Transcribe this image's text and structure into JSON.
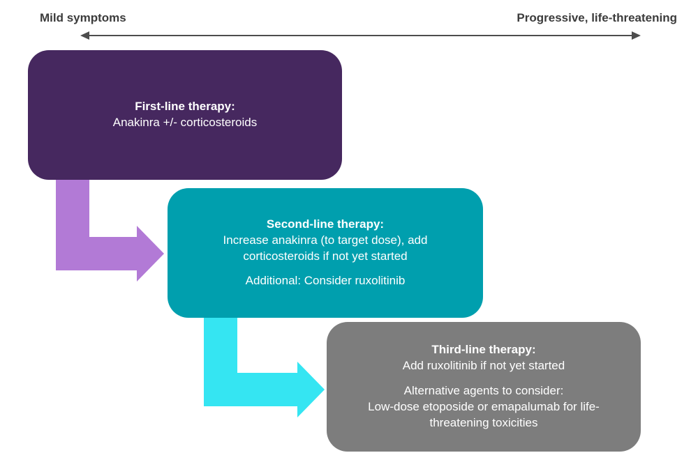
{
  "header": {
    "left_label": "Mild symptoms",
    "right_label": "Progressive, life-threatening"
  },
  "boxes": [
    {
      "title": "First-line therapy:",
      "paragraphs": [
        "Anakinra +/- corticosteroids"
      ],
      "color": "#46285f"
    },
    {
      "title": "Second-line therapy:",
      "paragraphs": [
        "Increase anakinra (to target dose), add corticosteroids if not yet started",
        "Additional: Consider ruxolitinib"
      ],
      "color": "#009fae"
    },
    {
      "title": "Third-line therapy:",
      "paragraphs": [
        "Add ruxolitinib if not yet started",
        "Alternative agents to consider:\nLow-dose etoposide or emapalumab for life-threatening toxicities"
      ],
      "color": "#7d7d7d"
    }
  ],
  "arrows": {
    "axis_color": "#4d4d4d",
    "first_to_second_color": "#b27ad6",
    "second_to_third_color": "#35e5f2"
  }
}
